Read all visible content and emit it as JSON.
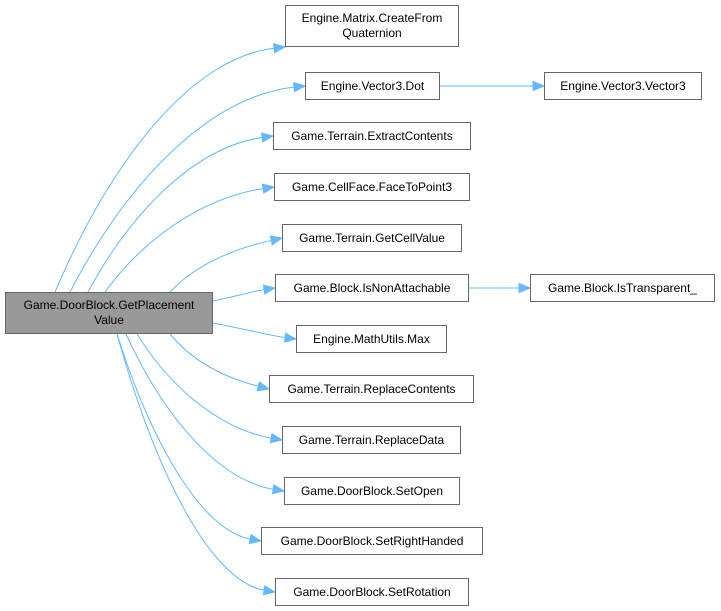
{
  "graph": {
    "root": {
      "id": "root",
      "lines": [
        "Game.DoorBlock.GetPlacement",
        "Value"
      ]
    },
    "nodes": [
      {
        "id": "create-from-quaternion",
        "lines": [
          "Engine.Matrix.CreateFrom",
          "Quaternion"
        ]
      },
      {
        "id": "vector3-dot",
        "lines": [
          "Engine.Vector3.Dot"
        ]
      },
      {
        "id": "vector3-vector3",
        "lines": [
          "Engine.Vector3.Vector3"
        ]
      },
      {
        "id": "extract-contents",
        "lines": [
          "Game.Terrain.ExtractContents"
        ]
      },
      {
        "id": "face-to-point3",
        "lines": [
          "Game.CellFace.FaceToPoint3"
        ]
      },
      {
        "id": "get-cell-value",
        "lines": [
          "Game.Terrain.GetCellValue"
        ]
      },
      {
        "id": "is-non-attachable",
        "lines": [
          "Game.Block.IsNonAttachable"
        ]
      },
      {
        "id": "is-transparent",
        "lines": [
          "Game.Block.IsTransparent_"
        ]
      },
      {
        "id": "mathutils-max",
        "lines": [
          "Engine.MathUtils.Max"
        ]
      },
      {
        "id": "replace-contents",
        "lines": [
          "Game.Terrain.ReplaceContents"
        ]
      },
      {
        "id": "replace-data",
        "lines": [
          "Game.Terrain.ReplaceData"
        ]
      },
      {
        "id": "set-open",
        "lines": [
          "Game.DoorBlock.SetOpen"
        ]
      },
      {
        "id": "set-right-handed",
        "lines": [
          "Game.DoorBlock.SetRightHanded"
        ]
      },
      {
        "id": "set-rotation",
        "lines": [
          "Game.DoorBlock.SetRotation"
        ]
      }
    ],
    "edges": [
      [
        "root",
        "create-from-quaternion"
      ],
      [
        "root",
        "vector3-dot"
      ],
      [
        "vector3-dot",
        "vector3-vector3"
      ],
      [
        "root",
        "extract-contents"
      ],
      [
        "root",
        "face-to-point3"
      ],
      [
        "root",
        "get-cell-value"
      ],
      [
        "root",
        "is-non-attachable"
      ],
      [
        "is-non-attachable",
        "is-transparent"
      ],
      [
        "root",
        "mathutils-max"
      ],
      [
        "root",
        "replace-contents"
      ],
      [
        "root",
        "replace-data"
      ],
      [
        "root",
        "set-open"
      ],
      [
        "root",
        "set-right-handed"
      ],
      [
        "root",
        "set-rotation"
      ]
    ],
    "colors": {
      "edge": "#63b8ff",
      "root_fill": "#999999",
      "node_border": "#666666"
    }
  }
}
